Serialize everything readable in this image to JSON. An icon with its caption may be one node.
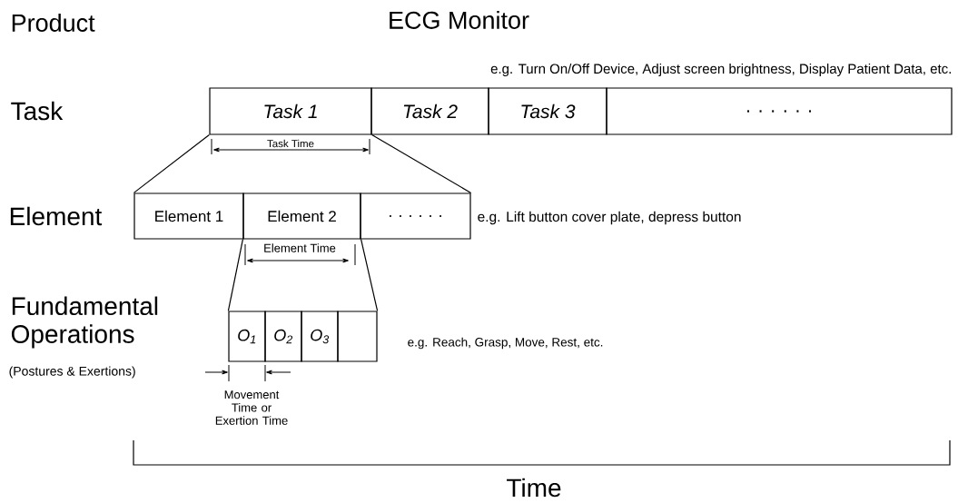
{
  "diagram": {
    "nodes": [
      {
        "text": [
          "Task 1"
        ]
      },
      {
        "text": [
          "Task 2"
        ]
      },
      {
        "text": [
          "Task 3"
        ]
      },
      {
        "text": [
          ". . . . . ."
        ]
      },
      {
        "text": [
          "Element 1"
        ]
      },
      {
        "text": [
          "Element 2"
        ]
      },
      {
        "text": [
          ". . . . . ."
        ]
      },
      {
        "text": [
          "O$_{1}$"
        ]
      },
      {
        "text": [
          "O$_{2}$"
        ]
      },
      {
        "text": [
          "O$_{3}$"
        ]
      },
      {
        "text": [],
        "shape": "box"
      }
    ],
    "edges": [
      {
        "from": 0,
        "to": 4,
        "arrow": "none"
      },
      {
        "from": 0,
        "to": 6,
        "arrow": "none"
      },
      {
        "from": 5,
        "to": 7,
        "arrow": "none"
      },
      {
        "from": 5,
        "to": 10,
        "arrow": "none"
      }
    ],
    "labels": [
      "Product",
      "ECG Monitor",
      "e.g. Turn On/Off Device, Adjust screen brightness, Display Patient Data, etc.",
      "Task",
      "Task Time",
      "Element",
      "e.g. Lift button cover plate, depress button",
      "Element Time",
      "Fundamental Operations",
      "(Postures & Exertions)",
      "e.g. Reach, Grasp, Move, Rest, etc.",
      "Movement Time or Exertion Time",
      "Time"
    ]
  }
}
